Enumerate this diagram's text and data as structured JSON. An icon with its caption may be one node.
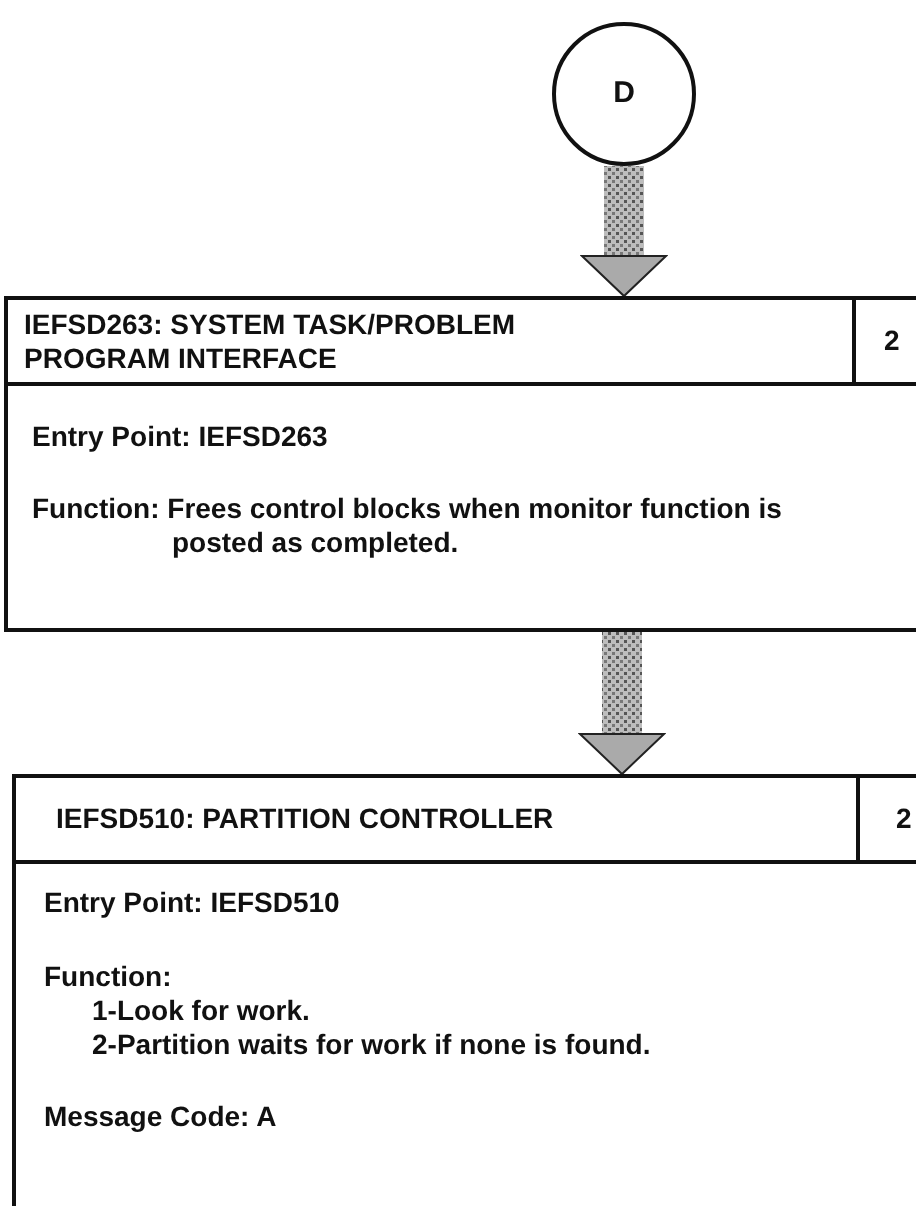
{
  "diagram": {
    "nodes": [
      {
        "text": [
          "D"
        ]
      },
      {
        "text": [
          "IEFSD263: SYSTEM TASK/PROBLEM PROGRAM INTERFACE",
          "2",
          "Entry Point: IEFSD263",
          "Function: Frees control blocks when monitor function is posted as completed."
        ]
      },
      {
        "text": [
          "IEFSD510: PARTITION CONTROLLER",
          "2",
          "Entry Point: IEFSD510",
          "Function:",
          "1-Look for work.",
          "2-Partition waits for work if none is found.",
          "Message Code: A"
        ]
      }
    ],
    "edges": [
      {
        "from": 0,
        "to": 1,
        "arrow": "to",
        "style": "thick"
      },
      {
        "from": 1,
        "to": 2,
        "arrow": "to",
        "style": "thick"
      }
    ]
  }
}
